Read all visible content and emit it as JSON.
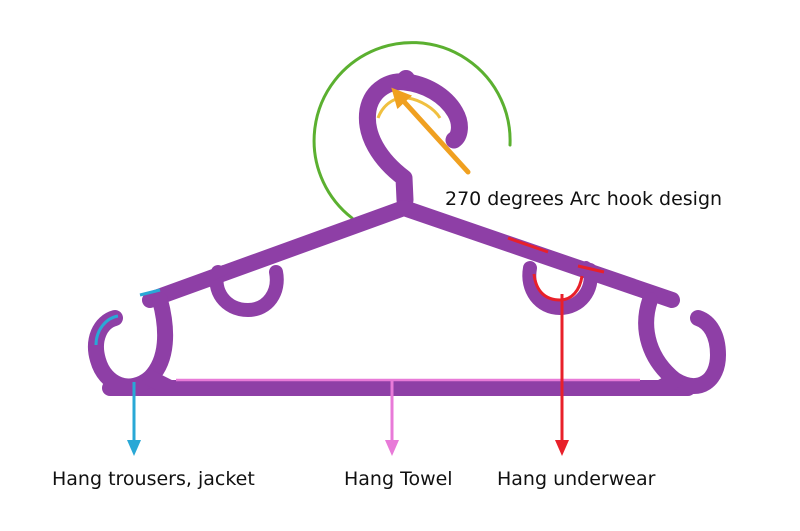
{
  "annotations": {
    "hook": "270 degrees Arc hook design",
    "trousers": "Hang trousers, jacket",
    "towel": "Hang Towel",
    "underwear": "Hang underwear"
  },
  "colors": {
    "hanger": "#8e3fa6",
    "hanger_highlight": "#a55bbd",
    "arc_green": "#5bb030",
    "hook_arrow": "#f0a020",
    "trousers_arrow": "#29a8d6",
    "towel_arrow": "#e87ad8",
    "underwear_arrow": "#e8202a"
  },
  "icons": [
    "plastic-hanger-photo",
    "green-arc-indicator",
    "orange-arrow",
    "blue-arrow",
    "pink-arrow",
    "red-arrow"
  ]
}
